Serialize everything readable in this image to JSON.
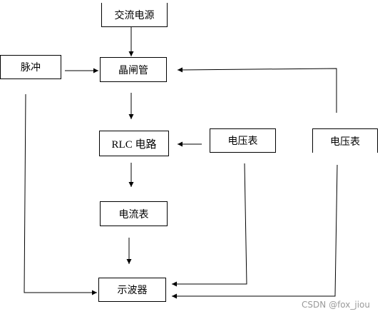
{
  "nodes": {
    "ac_source": "交流电源",
    "pulse": "脉冲",
    "thyristor": "晶闸管",
    "rlc": "RLC 电路",
    "voltmeter_1": "电压表",
    "voltmeter_2": "电压表",
    "ammeter": "电流表",
    "oscilloscope": "示波器"
  },
  "watermark": "CSDN @fox_jiou"
}
